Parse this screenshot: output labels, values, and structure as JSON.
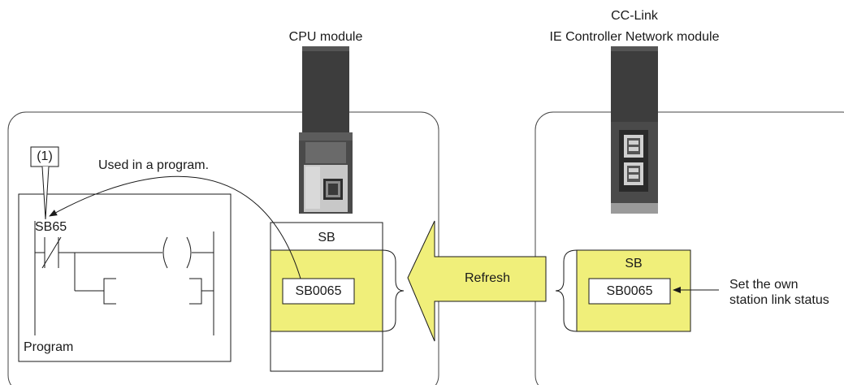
{
  "cpu_module": {
    "title": "CPU module"
  },
  "network_module": {
    "title_line1": "CC-Link",
    "title_line2": "IE Controller Network module"
  },
  "program": {
    "callout": "(1)",
    "note": "Used in a program.",
    "contact": "SB65",
    "label": "Program"
  },
  "cpu_device": {
    "area_label": "SB",
    "cell": "SB0065"
  },
  "refresh": {
    "label": "Refresh"
  },
  "network_device": {
    "area_label": "SB",
    "cell": "SB0065"
  },
  "status_note": {
    "line1": "Set the own",
    "line2": "station link status"
  },
  "colors": {
    "highlight": "#f0ef7a",
    "module_dark": "#3a3a3a",
    "line": "#1a1a1a"
  }
}
